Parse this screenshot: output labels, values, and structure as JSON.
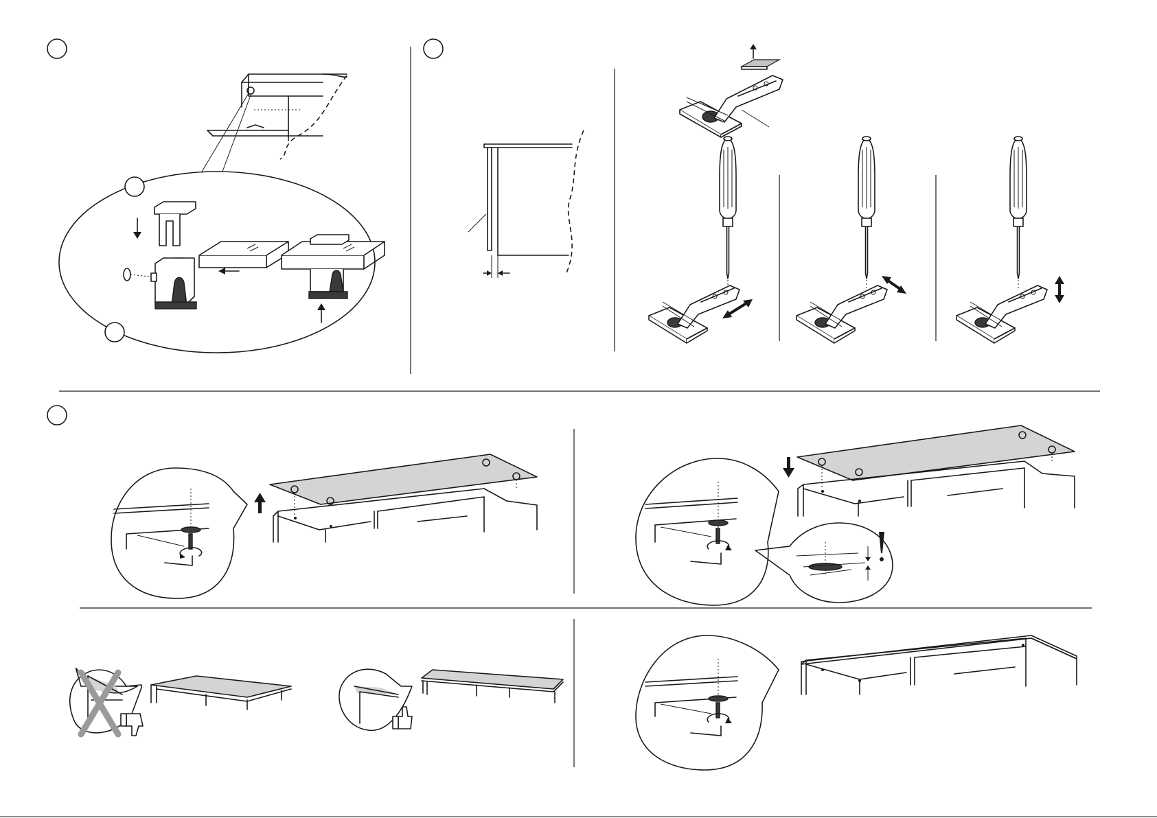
{
  "document": {
    "type": "assembly-instructions",
    "page": "glass-top-and-hinge-adjustment",
    "has_text": false
  },
  "steps": [
    {
      "id": "step-a",
      "label": ""
    },
    {
      "id": "step-b",
      "label": ""
    },
    {
      "id": "step-c",
      "label": ""
    }
  ],
  "callouts": [
    {
      "id": "detail-1",
      "label": ""
    },
    {
      "id": "detail-2",
      "label": ""
    }
  ],
  "icons": [
    "screwdriver-icon",
    "hex-key-icon",
    "thumbs-up-icon",
    "thumbs-down-icon",
    "warning-exclamation-icon",
    "double-arrow-icon"
  ],
  "colors": {
    "line": "#1a1a1a",
    "glass_fill": "#d4d4d4",
    "wrong_cross": "#9a9a9a"
  }
}
